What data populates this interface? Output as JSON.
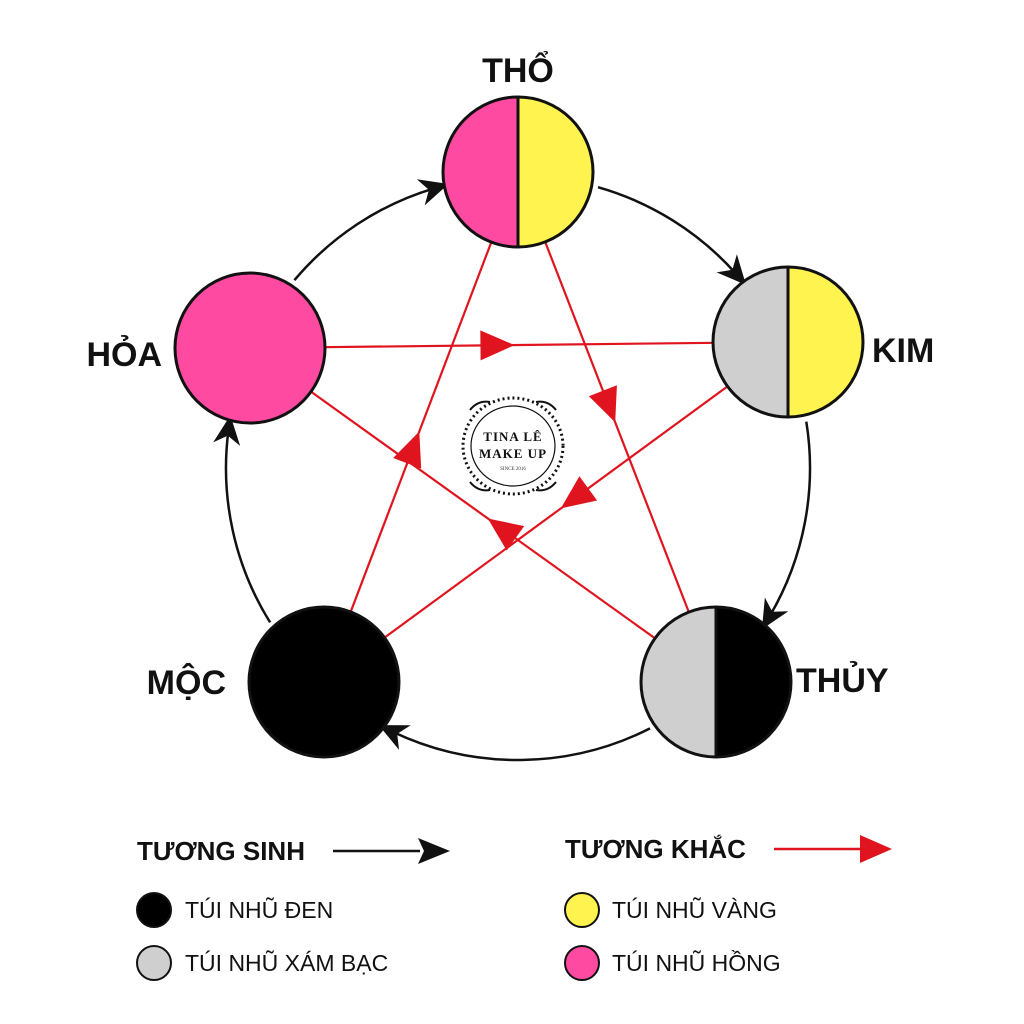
{
  "elements": [
    {
      "id": "tho",
      "label": "THỔ",
      "fill": [
        "#ff4aa2",
        "#fff44f"
      ]
    },
    {
      "id": "kim",
      "label": "KIM",
      "fill": [
        "#cfcfcf",
        "#fff44f"
      ]
    },
    {
      "id": "thuy",
      "label": "THỦY",
      "fill": [
        "#cfcfcf",
        "#000000"
      ]
    },
    {
      "id": "moc",
      "label": "MỘC",
      "fill": [
        "#000000"
      ]
    },
    {
      "id": "hoa",
      "label": "HỎA",
      "fill": [
        "#ff4aa2"
      ]
    }
  ],
  "generating_cycle": {
    "name": "TƯƠNG SINH",
    "color": "#111111",
    "sequence": [
      "hoa",
      "tho",
      "kim",
      "thuy",
      "moc",
      "hoa"
    ]
  },
  "overcoming_cycle": {
    "name": "TƯƠNG KHẮC",
    "color": "#e0141e",
    "pairs": [
      [
        "hoa",
        "kim"
      ],
      [
        "kim",
        "moc"
      ],
      [
        "moc",
        "tho"
      ],
      [
        "tho",
        "thuy"
      ],
      [
        "thuy",
        "hoa"
      ]
    ]
  },
  "logo": {
    "line1": "TINA LÊ",
    "line2": "MAKE UP",
    "line3": "SINCE 2016"
  },
  "legend": {
    "items": [
      {
        "label": "TÚI NHŨ ĐEN",
        "color": "#000000"
      },
      {
        "label": "TÚI NHŨ XÁM BẠC",
        "color": "#cfcfcf"
      },
      {
        "label": "TÚI NHŨ VÀNG",
        "color": "#fff44f"
      },
      {
        "label": "TÚI NHŨ HỒNG",
        "color": "#ff4aa2"
      }
    ]
  }
}
